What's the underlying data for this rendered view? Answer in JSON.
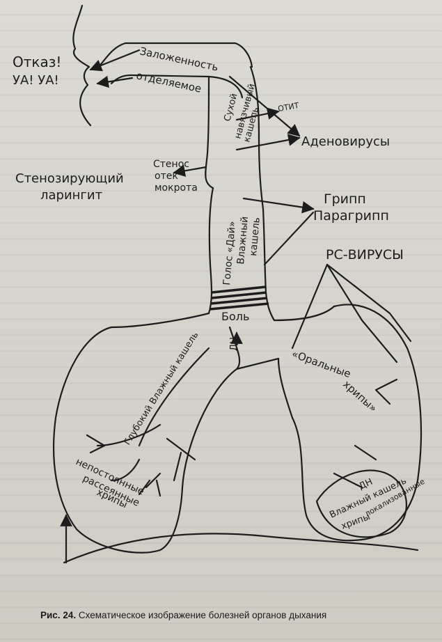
{
  "labels": {
    "otkaz": "Отказ!",
    "ua": "УА! УА!",
    "zalozhennost": "Заложенность",
    "otdelyaemoe": "отделяемое",
    "dry_cough_1": "Сухой",
    "dry_cough_2": "навязчивый",
    "dry_cough_3": "кашель",
    "otit": "ОТИТ",
    "adenovirus": "Аденовирусы",
    "stenosing_1": "Стенозирующий",
    "stenosing_2": "ларингит",
    "stenos_1": "Стенос",
    "stenos_2": "отек",
    "stenos_3": "мокрота",
    "gripp": "Грипп",
    "paragripp": "Парагрипп",
    "rs_virus": "РС-ВИРУСЫ",
    "voice_1": "Голос «Дай»",
    "voice_2": "Влажный",
    "voice_3": "кашель",
    "bol": "Боль",
    "dn_top": "ДН",
    "deep_cough": "Глубокий Влажный кашель",
    "oral_rales_1": "«Оральные",
    "oral_rales_2": "хрипы»",
    "left_1": "непостоянные",
    "left_2": "рассеянные",
    "left_3": "хрипы",
    "right_1": "ДН",
    "right_2": "Влажный кашель",
    "right_3": "локализованные",
    "right_4": "хрипы"
  },
  "caption": {
    "number": "Рис. 24.",
    "text": "Схематическое изображение болезней органов дыхания"
  }
}
